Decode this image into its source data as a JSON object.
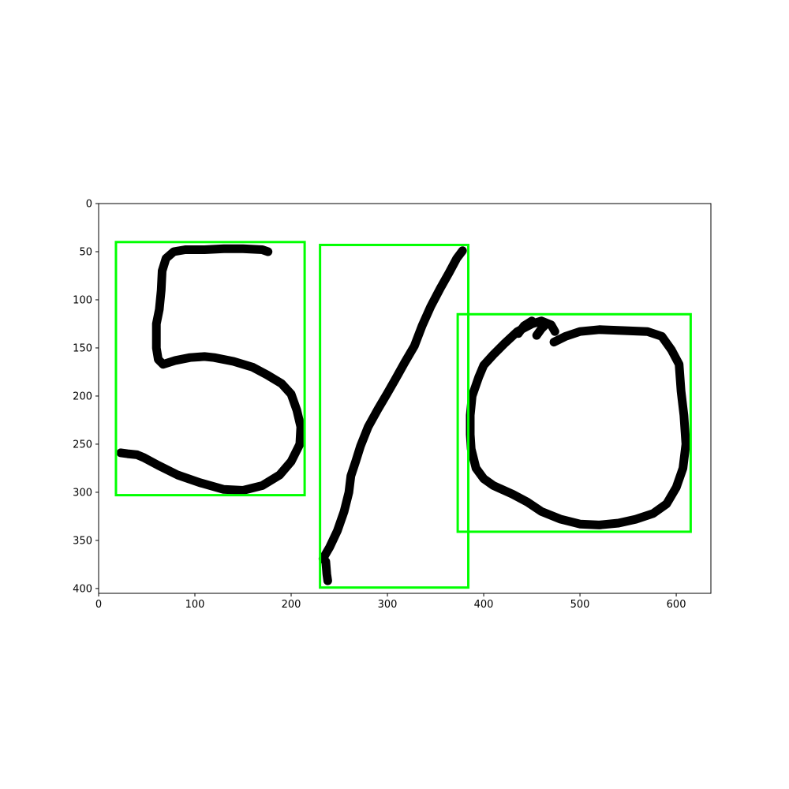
{
  "chart_data": {
    "type": "image",
    "title": "",
    "xlabel": "",
    "ylabel": "",
    "xlim": [
      0,
      636
    ],
    "ylim": [
      405,
      0
    ],
    "grid": false,
    "x_ticks": [
      0,
      100,
      200,
      300,
      400,
      500,
      600
    ],
    "y_ticks": [
      0,
      50,
      100,
      150,
      200,
      250,
      300,
      350,
      400
    ],
    "ink_color": "#000000",
    "box_color": "#00ff00",
    "strokes": [
      {
        "name": "digit 5",
        "points": [
          [
            176,
            50
          ],
          [
            170,
            48
          ],
          [
            150,
            47
          ],
          [
            130,
            47
          ],
          [
            110,
            48
          ],
          [
            90,
            48
          ],
          [
            78,
            50
          ],
          [
            70,
            57
          ],
          [
            66,
            70
          ],
          [
            65,
            90
          ],
          [
            63,
            110
          ],
          [
            60,
            125
          ],
          [
            60,
            150
          ],
          [
            62,
            162
          ],
          [
            67,
            167
          ],
          [
            80,
            163
          ],
          [
            95,
            160
          ],
          [
            110,
            159
          ],
          [
            120,
            160
          ],
          [
            140,
            164
          ],
          [
            160,
            170
          ],
          [
            175,
            178
          ],
          [
            190,
            187
          ],
          [
            200,
            198
          ],
          [
            206,
            215
          ],
          [
            210,
            232
          ],
          [
            209,
            250
          ],
          [
            200,
            268
          ],
          [
            188,
            282
          ],
          [
            170,
            293
          ],
          [
            150,
            298
          ],
          [
            130,
            297
          ],
          [
            105,
            290
          ],
          [
            82,
            282
          ],
          [
            62,
            272
          ],
          [
            47,
            264
          ],
          [
            40,
            261
          ],
          [
            30,
            260
          ],
          [
            23,
            259
          ]
        ]
      },
      {
        "name": "slash",
        "points": [
          [
            378,
            49
          ],
          [
            372,
            57
          ],
          [
            364,
            72
          ],
          [
            355,
            88
          ],
          [
            345,
            107
          ],
          [
            336,
            127
          ],
          [
            328,
            148
          ],
          [
            318,
            165
          ],
          [
            308,
            183
          ],
          [
            300,
            197
          ],
          [
            290,
            214
          ],
          [
            280,
            232
          ],
          [
            272,
            252
          ],
          [
            267,
            268
          ],
          [
            262,
            283
          ],
          [
            260,
            300
          ],
          [
            255,
            320
          ],
          [
            248,
            340
          ],
          [
            240,
            357
          ],
          [
            233,
            369
          ],
          [
            236,
            372
          ],
          [
            237,
            385
          ],
          [
            238,
            392
          ]
        ]
      },
      {
        "name": "digit 0",
        "points": [
          [
            473,
            144
          ],
          [
            485,
            138
          ],
          [
            500,
            133
          ],
          [
            520,
            131
          ],
          [
            545,
            132
          ],
          [
            570,
            133
          ],
          [
            585,
            138
          ],
          [
            595,
            152
          ],
          [
            603,
            167
          ],
          [
            605,
            195
          ],
          [
            608,
            220
          ],
          [
            610,
            250
          ],
          [
            607,
            275
          ],
          [
            600,
            295
          ],
          [
            590,
            312
          ],
          [
            576,
            322
          ],
          [
            558,
            328
          ],
          [
            540,
            332
          ],
          [
            520,
            334
          ],
          [
            500,
            333
          ],
          [
            480,
            328
          ],
          [
            460,
            320
          ],
          [
            445,
            310
          ],
          [
            430,
            302
          ],
          [
            410,
            293
          ],
          [
            400,
            286
          ],
          [
            392,
            275
          ],
          [
            387,
            255
          ],
          [
            386,
            240
          ],
          [
            386,
            220
          ],
          [
            388,
            200
          ],
          [
            395,
            180
          ],
          [
            400,
            168
          ],
          [
            410,
            157
          ],
          [
            422,
            145
          ],
          [
            435,
            133
          ],
          [
            450,
            125
          ],
          [
            460,
            122
          ],
          [
            470,
            126
          ],
          [
            474,
            133
          ]
        ]
      },
      {
        "name": "digit 0 hook 1",
        "points": [
          [
            436,
            135
          ],
          [
            442,
            127
          ],
          [
            450,
            122
          ]
        ]
      },
      {
        "name": "digit 0 hook 2",
        "points": [
          [
            455,
            137
          ],
          [
            460,
            130
          ],
          [
            465,
            125
          ]
        ]
      }
    ],
    "boxes": [
      {
        "name": "box 1",
        "x0": 18,
        "y0": 40,
        "x1": 214,
        "y1": 303
      },
      {
        "name": "box 2",
        "x0": 230,
        "y0": 43,
        "x1": 384,
        "y1": 399
      },
      {
        "name": "box 3",
        "x0": 373,
        "y0": 115,
        "x1": 615,
        "y1": 341
      }
    ]
  }
}
